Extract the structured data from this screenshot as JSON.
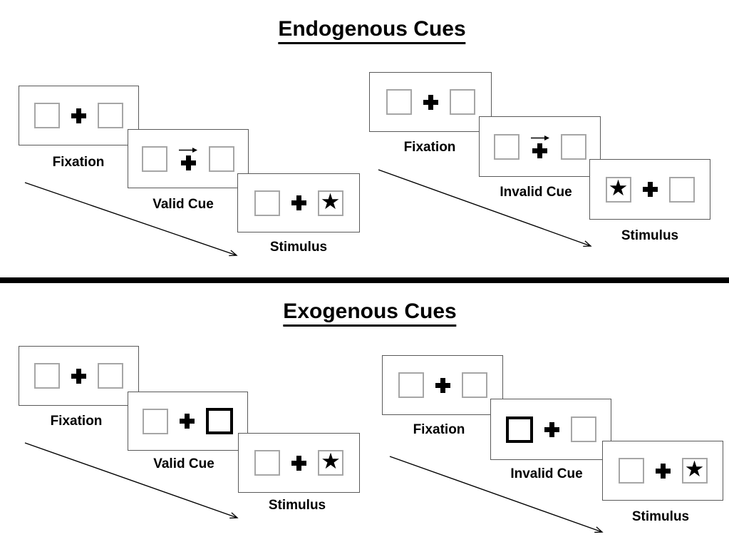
{
  "figure": {
    "kind": "posner-cueing-paradigm",
    "colors": {
      "background": "#ffffff",
      "panel_border": "#595959",
      "box_border": "#a6a6a6",
      "ink": "#000000"
    }
  },
  "glyphs": {
    "star": "★"
  },
  "sections": [
    {
      "title": "Endogenous Cues",
      "sequences": [
        {
          "name": "valid",
          "cue_symbol": "central-right-arrow-above-fixation-cross",
          "frames": [
            {
              "label": "Fixation",
              "cue": "none",
              "star": "none"
            },
            {
              "label": "Valid Cue",
              "cue": "arrow-right",
              "star": "none"
            },
            {
              "label": "Stimulus",
              "cue": "none",
              "star": "right-box"
            }
          ]
        },
        {
          "name": "invalid",
          "cue_symbol": "central-right-arrow-above-fixation-cross",
          "frames": [
            {
              "label": "Fixation",
              "cue": "none",
              "star": "none"
            },
            {
              "label": "Invalid Cue",
              "cue": "arrow-right",
              "star": "none"
            },
            {
              "label": "Stimulus",
              "cue": "none",
              "star": "left-box"
            }
          ]
        }
      ]
    },
    {
      "title": "Exogenous Cues",
      "sequences": [
        {
          "name": "valid",
          "cue_symbol": "peripheral-bold-box",
          "frames": [
            {
              "label": "Fixation",
              "cue": "none",
              "star": "none"
            },
            {
              "label": "Valid Cue",
              "cue": "bold-box-right",
              "star": "none"
            },
            {
              "label": "Stimulus",
              "cue": "none",
              "star": "right-box"
            }
          ]
        },
        {
          "name": "invalid",
          "cue_symbol": "peripheral-bold-box",
          "frames": [
            {
              "label": "Fixation",
              "cue": "none",
              "star": "none"
            },
            {
              "label": "Invalid Cue",
              "cue": "bold-box-left",
              "star": "none"
            },
            {
              "label": "Stimulus",
              "cue": "none",
              "star": "right-box"
            }
          ]
        }
      ]
    }
  ]
}
